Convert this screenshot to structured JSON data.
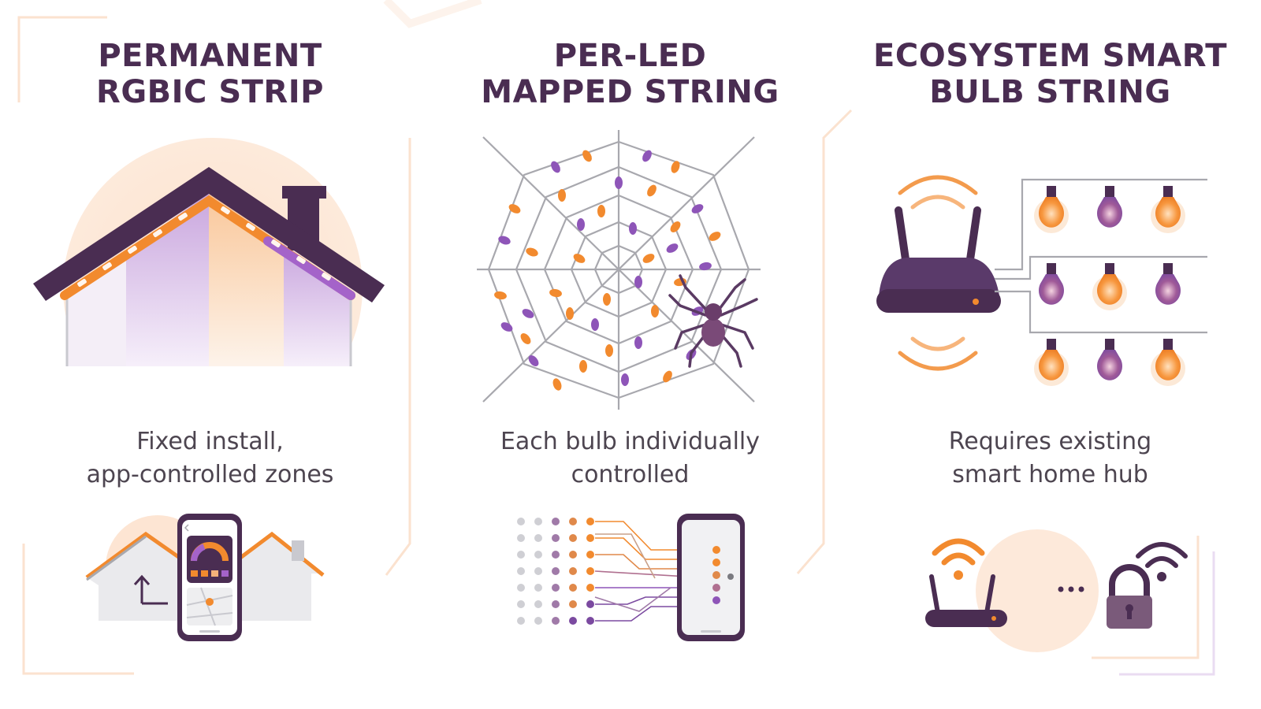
{
  "colors": {
    "purple_dark": "#4a2d52",
    "purple": "#7b4aa0",
    "orange": "#f28a2e",
    "peach": "#fde5d3",
    "gray": "#a8a8ae"
  },
  "panels": [
    {
      "title_lines": [
        "PERMANENT",
        "RGBIC STRIP"
      ],
      "caption_lines": [
        "Fixed install,",
        "app-controlled zones"
      ],
      "icons": [
        "house-roofline-icon",
        "phone-app-icon"
      ]
    },
    {
      "title_lines": [
        "PER-LED",
        "MAPPED STRING"
      ],
      "caption_lines": [
        "Each bulb individually",
        "controlled"
      ],
      "icons": [
        "spiderweb-lights-icon",
        "spider-icon",
        "led-matrix-mapping-icon"
      ]
    },
    {
      "title_lines": [
        "ECOSYSTEM SMART",
        "BULB STRING"
      ],
      "caption_lines": [
        "Requires existing",
        "smart home hub"
      ],
      "icons": [
        "router-icon",
        "bulb-grid-icon",
        "wifi-icon",
        "lock-icon"
      ]
    }
  ]
}
